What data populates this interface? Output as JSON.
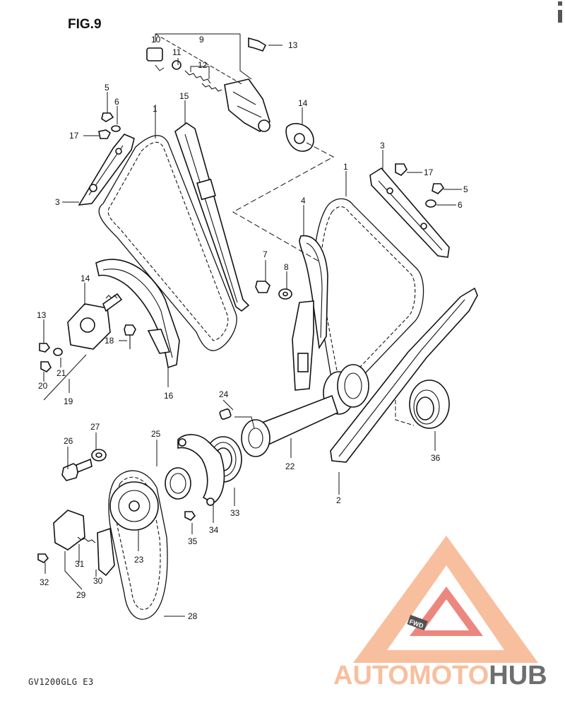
{
  "figure_title": "FIG.9",
  "model_code": "GV1200GLG E3",
  "watermark": {
    "brand_auto": "AUTO",
    "brand_moto": "MOTO",
    "brand_hub": "HUB",
    "badge": "FWD",
    "color_light": "#f7b48e",
    "color_accent": "#e9736a",
    "color_dark": "#444444"
  },
  "callouts": [
    {
      "id": "c1a",
      "label": "1"
    },
    {
      "id": "c1b",
      "label": "1"
    },
    {
      "id": "c2",
      "label": "2"
    },
    {
      "id": "c3a",
      "label": "3"
    },
    {
      "id": "c3b",
      "label": "3"
    },
    {
      "id": "c4",
      "label": "4"
    },
    {
      "id": "c5a",
      "label": "5"
    },
    {
      "id": "c5b",
      "label": "5"
    },
    {
      "id": "c6a",
      "label": "6"
    },
    {
      "id": "c6b",
      "label": "6"
    },
    {
      "id": "c7",
      "label": "7"
    },
    {
      "id": "c8",
      "label": "8"
    },
    {
      "id": "c9",
      "label": "9"
    },
    {
      "id": "c10",
      "label": "10"
    },
    {
      "id": "c11",
      "label": "11"
    },
    {
      "id": "c12",
      "label": "12"
    },
    {
      "id": "c13a",
      "label": "13"
    },
    {
      "id": "c13b",
      "label": "13"
    },
    {
      "id": "c14a",
      "label": "14"
    },
    {
      "id": "c14b",
      "label": "14"
    },
    {
      "id": "c15",
      "label": "15"
    },
    {
      "id": "c16",
      "label": "16"
    },
    {
      "id": "c17a",
      "label": "17"
    },
    {
      "id": "c17b",
      "label": "17"
    },
    {
      "id": "c18",
      "label": "18"
    },
    {
      "id": "c19",
      "label": "19"
    },
    {
      "id": "c20",
      "label": "20"
    },
    {
      "id": "c21",
      "label": "21"
    },
    {
      "id": "c22",
      "label": "22"
    },
    {
      "id": "c23",
      "label": "23"
    },
    {
      "id": "c24",
      "label": "24"
    },
    {
      "id": "c25",
      "label": "25"
    },
    {
      "id": "c26",
      "label": "26"
    },
    {
      "id": "c27",
      "label": "27"
    },
    {
      "id": "c28",
      "label": "28"
    },
    {
      "id": "c29",
      "label": "29"
    },
    {
      "id": "c30",
      "label": "30"
    },
    {
      "id": "c31",
      "label": "31"
    },
    {
      "id": "c32",
      "label": "32"
    },
    {
      "id": "c33",
      "label": "33"
    },
    {
      "id": "c34",
      "label": "34"
    },
    {
      "id": "c35",
      "label": "35"
    },
    {
      "id": "c36",
      "label": "36"
    }
  ]
}
